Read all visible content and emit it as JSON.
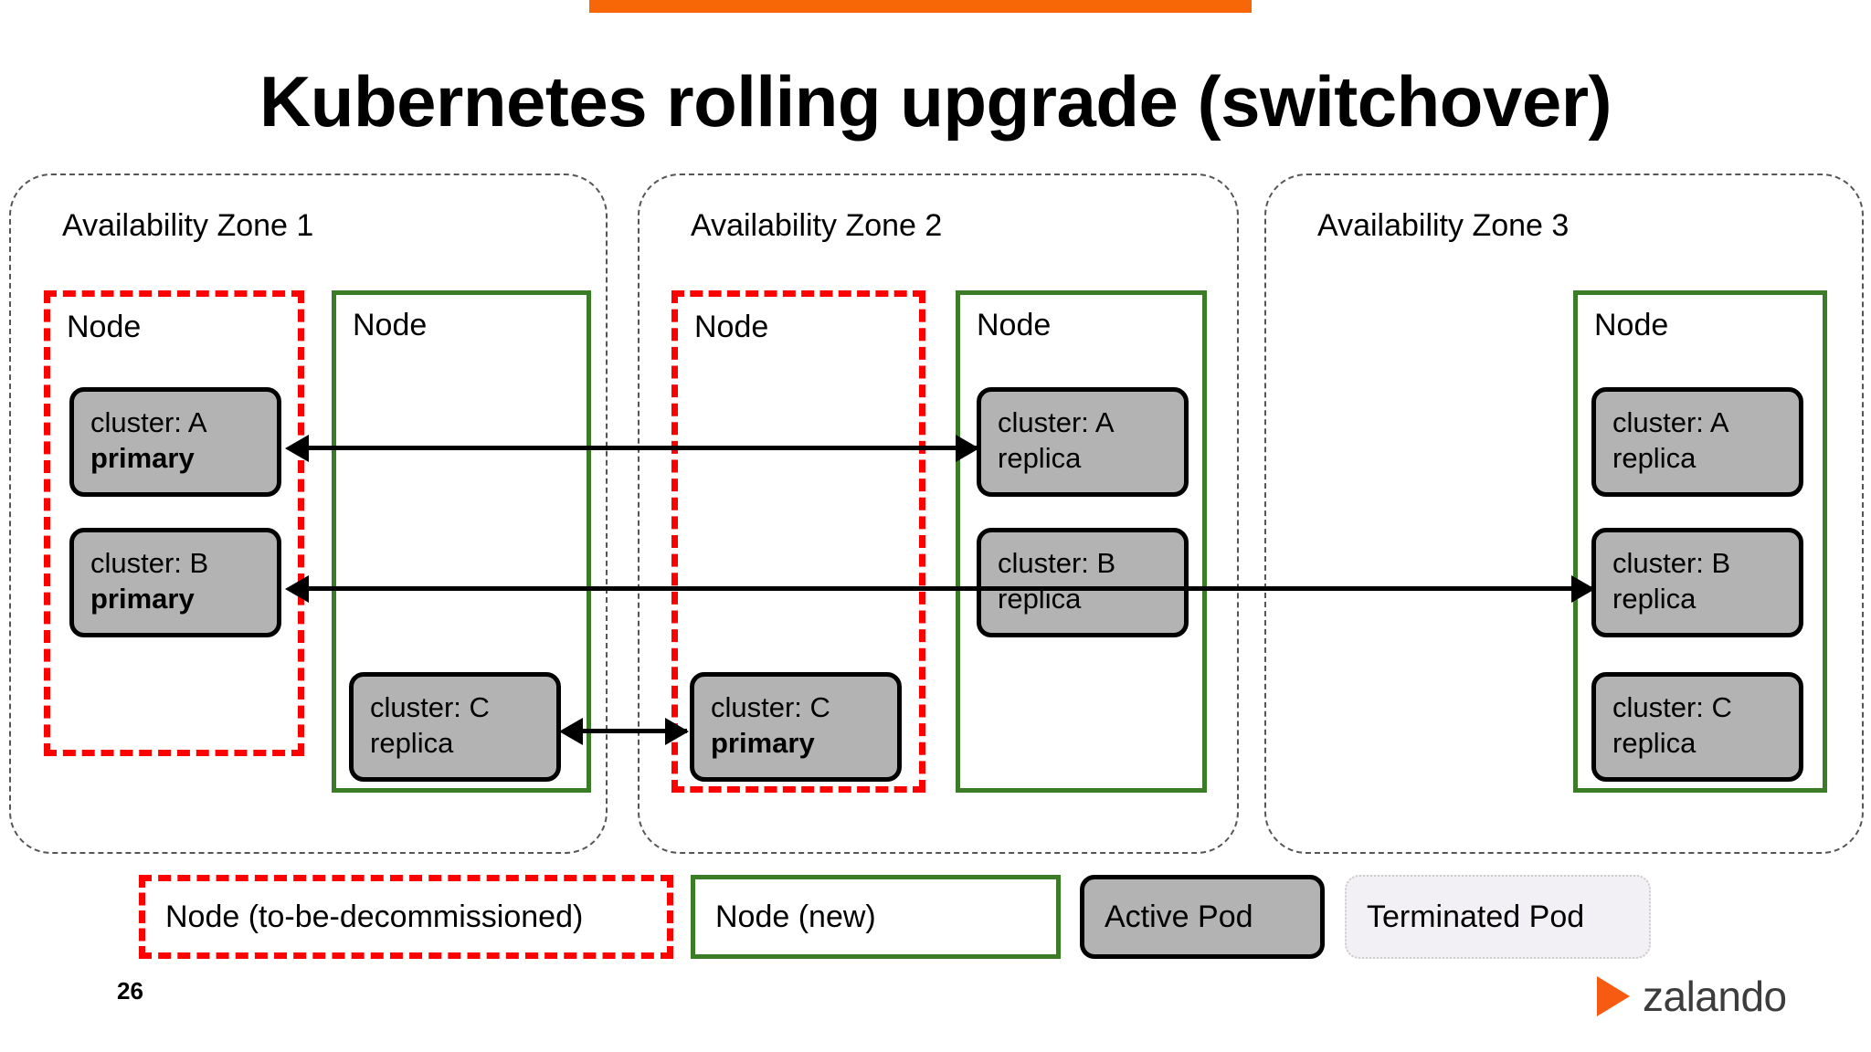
{
  "slide": {
    "title": "Kubernetes rolling upgrade (switchover)",
    "page_number": "26",
    "accent_color": "#f76707"
  },
  "brand": {
    "name": "zalando",
    "mark": "play-triangle-icon",
    "mark_color": "#f75b12",
    "text_color": "#3c3c3c"
  },
  "colors": {
    "node_decommissioned_border": "#ff0000",
    "node_new_border": "#3a7d26",
    "pod_active_fill": "#b3b3b3",
    "pod_terminated_fill": "#f2f0f4",
    "zone_border": "#555555"
  },
  "zones": [
    {
      "label": "Availability Zone 1",
      "nodes": [
        {
          "label": "Node",
          "state": "to-be-decommissioned",
          "pods": [
            {
              "cluster": "cluster: A",
              "role": "primary",
              "bold": true,
              "state": "active"
            },
            {
              "cluster": "cluster: B",
              "role": "primary",
              "bold": true,
              "state": "active"
            }
          ]
        },
        {
          "label": "Node",
          "state": "new",
          "pods": [
            {
              "cluster": "cluster: C",
              "role": "replica",
              "bold": false,
              "state": "active"
            }
          ]
        }
      ]
    },
    {
      "label": "Availability Zone 2",
      "nodes": [
        {
          "label": "Node",
          "state": "to-be-decommissioned",
          "pods": [
            {
              "cluster": "cluster: C",
              "role": "primary",
              "bold": true,
              "state": "active"
            }
          ]
        },
        {
          "label": "Node",
          "state": "new",
          "pods": [
            {
              "cluster": "cluster: A",
              "role": "replica",
              "bold": false,
              "state": "active"
            },
            {
              "cluster": "cluster: B",
              "role": "replica",
              "bold": false,
              "state": "active"
            }
          ]
        }
      ]
    },
    {
      "label": "Availability Zone 3",
      "nodes": [
        {
          "label": "Node",
          "state": "new",
          "pods": [
            {
              "cluster": "cluster: A",
              "role": "replica",
              "bold": false,
              "state": "active"
            },
            {
              "cluster": "cluster: B",
              "role": "replica",
              "bold": false,
              "state": "active"
            },
            {
              "cluster": "cluster: C",
              "role": "replica",
              "bold": false,
              "state": "active"
            }
          ]
        }
      ]
    }
  ],
  "arrows": [
    {
      "name": "cluster-a-replication-arrow",
      "from": "cluster: A primary (AZ1)",
      "to": "cluster: A replica (AZ2)",
      "direction": "bidirectional"
    },
    {
      "name": "cluster-b-replication-arrow",
      "from": "cluster: B primary (AZ1)",
      "to": "cluster: B replica (AZ3)",
      "direction": "bidirectional"
    },
    {
      "name": "cluster-c-replication-arrow",
      "from": "cluster: C replica (AZ1)",
      "to": "cluster: C primary (AZ2)",
      "direction": "bidirectional"
    }
  ],
  "legend": [
    {
      "key": "node-decommissioned",
      "label": "Node (to-be-decommissioned)"
    },
    {
      "key": "node-new",
      "label": "Node (new)"
    },
    {
      "key": "pod-active",
      "label": "Active Pod"
    },
    {
      "key": "pod-terminated",
      "label": "Terminated Pod"
    }
  ]
}
